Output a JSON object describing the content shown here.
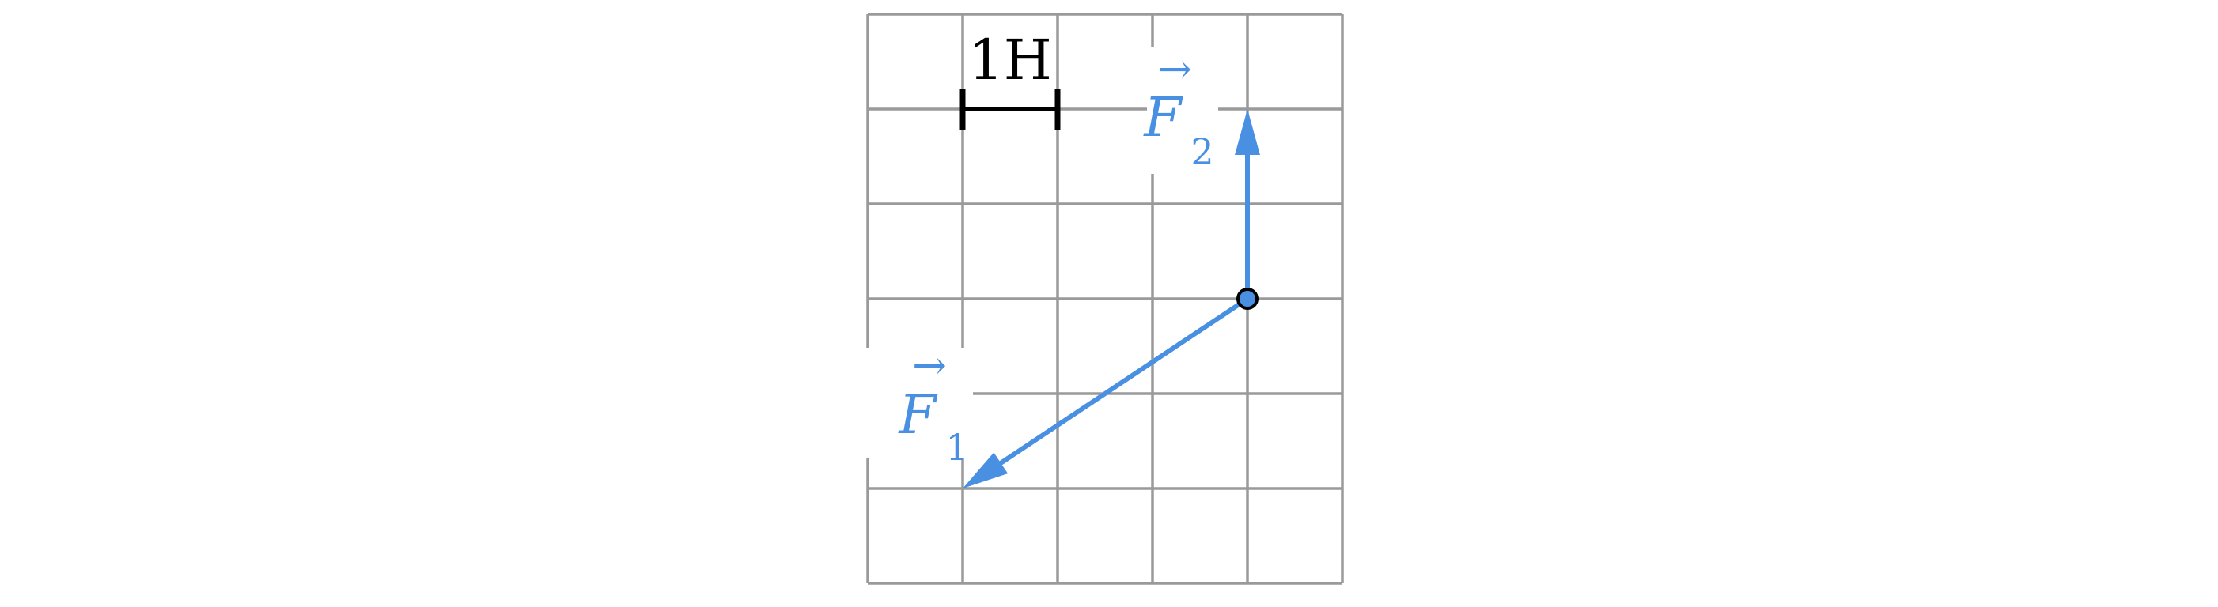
{
  "scale": {
    "label": "1Н"
  },
  "vectors": [
    {
      "id": "F1",
      "symbol": "F",
      "subscript": "1",
      "arrow_mark": "→",
      "from": [
        4,
        3
      ],
      "to": [
        1,
        1
      ],
      "color": "#4a90e2"
    },
    {
      "id": "F2",
      "symbol": "F",
      "subscript": "2",
      "arrow_mark": "→",
      "from": [
        4,
        3
      ],
      "to": [
        4,
        5
      ],
      "color": "#4a90e2"
    }
  ],
  "grid": {
    "cols": 5,
    "rows": 6
  },
  "colors": {
    "grid": "#9a9a9a",
    "vector": "#4a90e2",
    "point_fill": "#4a90e2",
    "point_stroke": "#000000",
    "scale": "#000000"
  }
}
